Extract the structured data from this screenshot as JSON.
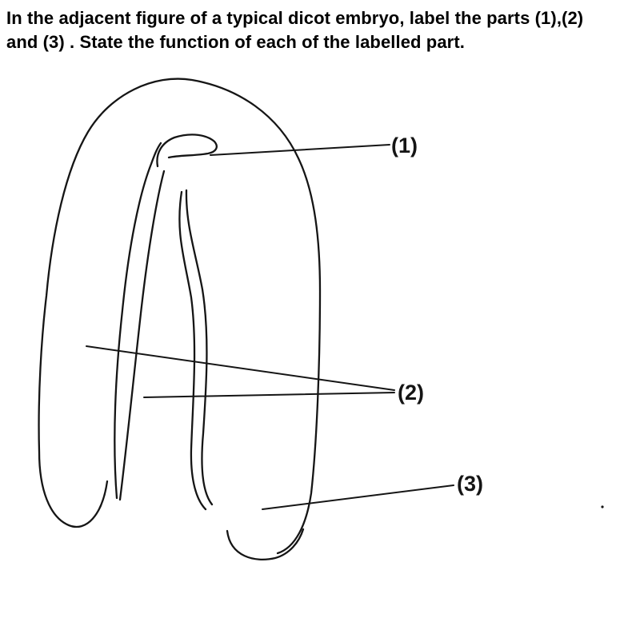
{
  "question": {
    "line1": "In the adjacent figure of a typical dicot embryo, label the parts (1),(2)",
    "line2": "and (3) . State the function of each of the labelled part."
  },
  "figure": {
    "description": "Hand-drawn sketch of a typical dicot embryo with three numbered pointer labels",
    "labels": [
      {
        "id": "1",
        "text": "(1)"
      },
      {
        "id": "2",
        "text": "(2)"
      },
      {
        "id": "3",
        "text": "(3)"
      }
    ]
  },
  "colors": {
    "ink": "#151515",
    "background": "#ffffff"
  }
}
